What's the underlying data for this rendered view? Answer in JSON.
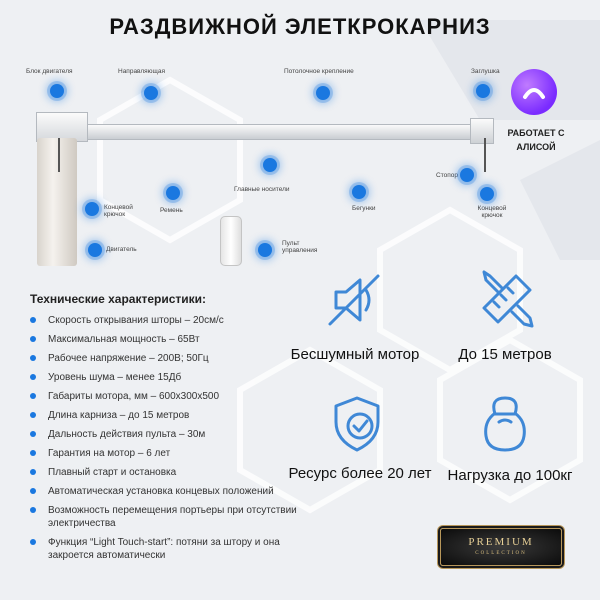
{
  "title": "РАЗДВИЖНОЙ ЭЛЕТКРОКАРНИЗ",
  "diagram_labels": {
    "motor_block": "Блок двигателя",
    "guide": "Направляющая",
    "ceiling_mount": "Потолочное крепление",
    "plug": "Заглушка",
    "end_hook_left": "Концевой крючок",
    "belt": "Ремень",
    "main_carriers": "Главные носители",
    "runners": "Бегунки",
    "stopper": "Стопор",
    "end_hook_right": "Концевой крючок",
    "engine": "Двигатель",
    "remote": "Пульт управления"
  },
  "alice": {
    "text": "РАБОТАЕТ С АЛИСОЙ",
    "color": "#8a3dff"
  },
  "specs_title": "Технические характеристики:",
  "specs": [
    "Скорость открывания шторы – 20см/с",
    "Максимальная мощность – 65Вт",
    "Рабочее напряжение – 200В; 50Гц",
    "Уровень шума – менее 15Дб",
    "Габариты мотора, мм – 600х300х500",
    "Длина карниза – до 15 метров",
    "Дальность действия пульта – 30м",
    "Гарантия на мотор – 6 лет",
    "Плавный старт и остановка",
    "Автоматическая установка концевых положений",
    "Возможность перемещения портьеры при отсутствии электричества",
    "Функция “Light Touch-start”: потяни за штору и она закроется автоматически"
  ],
  "features": {
    "silent_motor": "Бесшумный мотор",
    "length": "До 15 метров",
    "resource": "Ресурс более 20 лет",
    "load": "Нагрузка до 100кг"
  },
  "premium": {
    "main": "PREMIUM",
    "sub": "COLLECTION"
  },
  "colors": {
    "accent": "#1a78e0",
    "icon": "#3f88d6"
  }
}
